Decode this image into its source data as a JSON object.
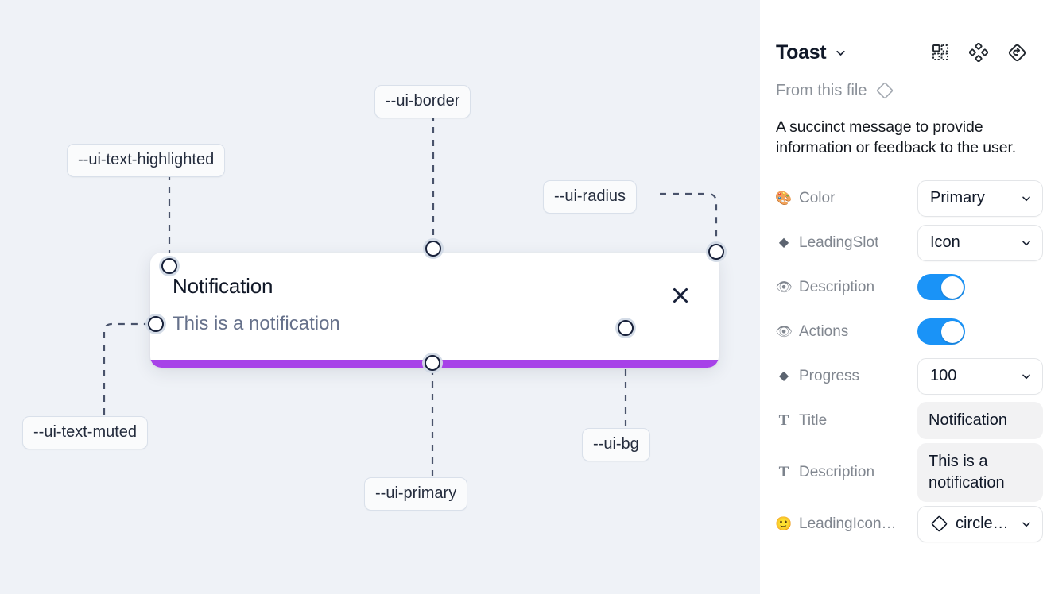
{
  "canvas": {
    "background_color": "#eff2f7",
    "tokens": [
      {
        "label": "--ui-border",
        "name": "token-label-ui-border"
      },
      {
        "label": "--ui-text-highlighted",
        "name": "token-label-ui-text-highlighted"
      },
      {
        "label": "--ui-radius",
        "name": "token-label-ui-radius"
      },
      {
        "label": "--ui-text-muted",
        "name": "token-label-ui-text-muted"
      },
      {
        "label": "--ui-primary",
        "name": "token-label-ui-primary"
      },
      {
        "label": "--ui-bg",
        "name": "token-label-ui-bg"
      }
    ],
    "toast": {
      "title": "Notification",
      "description": "This is a notification",
      "close_icon": "close-icon",
      "progress_color": "#a742e8",
      "background_color": "#ffffff"
    }
  },
  "panel": {
    "title": "Toast",
    "title_caret_icon": "chevron-down-icon",
    "header_icons": [
      {
        "name": "variants-grid-icon"
      },
      {
        "name": "component-set-icon"
      },
      {
        "name": "reset-icon"
      }
    ],
    "source": {
      "label": "From this file",
      "icon": "diamond-component-icon"
    },
    "description": "A succinct message to provide information or feedback to the user.",
    "properties": [
      {
        "icon": "palette-emoji",
        "glyph": "🎨",
        "label": "Color",
        "type": "select",
        "value": "Primary"
      },
      {
        "icon": "diamond-icon",
        "glyph": "◆",
        "label": "LeadingSlot",
        "type": "select",
        "value": "Icon"
      },
      {
        "icon": "eye-emoji",
        "glyph": "👁",
        "label": "Description",
        "type": "toggle",
        "value": "on"
      },
      {
        "icon": "eye-emoji",
        "glyph": "👁",
        "label": "Actions",
        "type": "toggle",
        "value": "on"
      },
      {
        "icon": "diamond-icon",
        "glyph": "◆",
        "label": "Progress",
        "type": "select",
        "value": "100"
      },
      {
        "icon": "text-type-icon",
        "glyph": "T",
        "label": "Title",
        "type": "text",
        "value": "Notification"
      },
      {
        "icon": "text-type-icon",
        "glyph": "T",
        "label": "Description",
        "type": "text",
        "value": "This is a notification"
      },
      {
        "icon": "smiley-emoji",
        "glyph": "🙂",
        "label": "LeadingIcon…",
        "type": "icon-select",
        "value": "circle…"
      }
    ],
    "accent_color": "#1a93f7"
  }
}
